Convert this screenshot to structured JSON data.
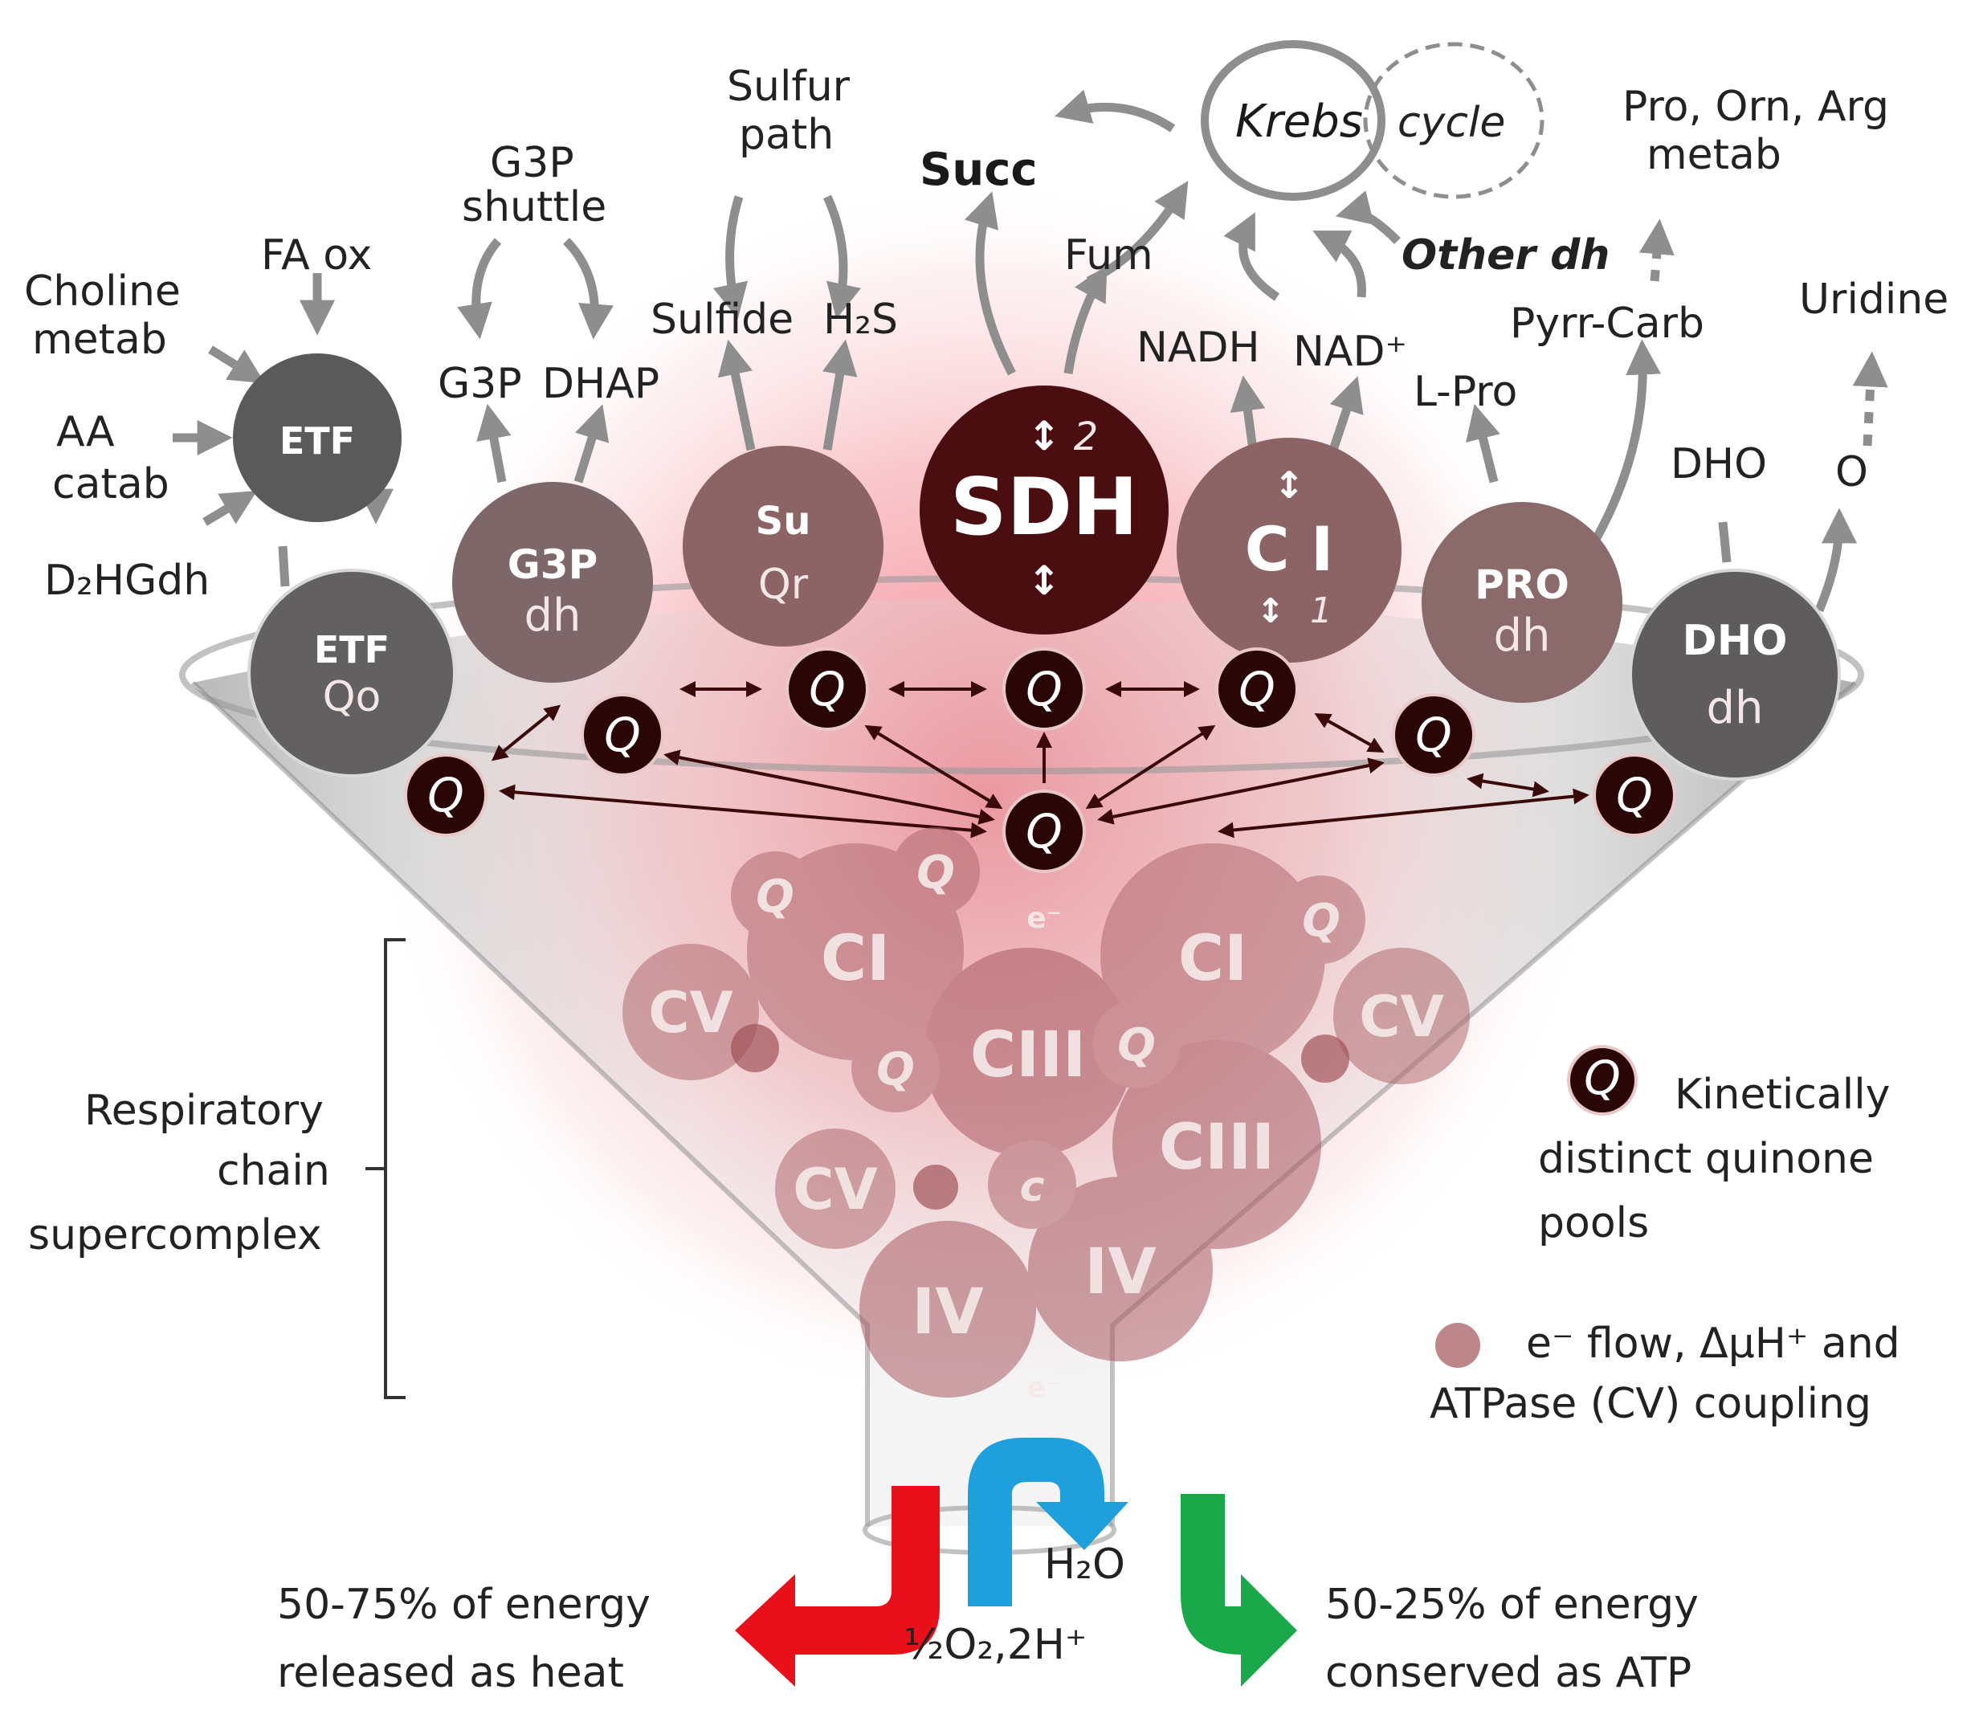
{
  "inputs": {
    "choline": [
      "Choline",
      "metab"
    ],
    "fa_ox": "FA ox",
    "aa_catab": [
      "AA",
      "catab"
    ],
    "d2hgdh": "D₂HGdh",
    "g3p_shuttle": [
      "G3P",
      "shuttle"
    ],
    "g3p": "G3P",
    "dhap": "DHAP",
    "sulfur_path": [
      "Sulfur",
      "path"
    ],
    "sulfide": "Sulfide",
    "h2s": "H₂S",
    "succ": "Succ",
    "fum": "Fum",
    "krebs": "Krebs",
    "cycle": "cycle",
    "other_dh": "Other dh",
    "nadh": "NADH",
    "nad": "NAD⁺",
    "lpro": "L-Pro",
    "pyrr_carb": "Pyrr-Carb",
    "pro_orn_arg": [
      "Pro, Orn, Arg",
      "metab"
    ],
    "uridine": "Uridine",
    "dho": "DHO",
    "o": "O"
  },
  "enzymes": {
    "etf": "ETF",
    "etfqo": [
      "ETF",
      "Qo"
    ],
    "g3pdh": [
      "G3P",
      "dh"
    ],
    "suqr": [
      "Su",
      "Qr"
    ],
    "sdh": "SDH",
    "sdh_2": "2",
    "ci": "C I",
    "ci_1": "1",
    "prodh": [
      "PRO",
      "dh"
    ],
    "dhodh": [
      "DHO",
      "dh"
    ]
  },
  "quinone": "Q",
  "funnel_complexes": {
    "ci": "CI",
    "ciii": "CIII",
    "cv": "CV",
    "iv": "IV",
    "c": "c",
    "e": "e⁻"
  },
  "bracket_label": [
    "Respiratory",
    "chain",
    "supercomplex"
  ],
  "legend": {
    "q_label": [
      "Kinetically",
      "distinct quinone",
      "pools"
    ],
    "sun_label": [
      "e⁻ flow, ΔμH⁺ and",
      "ATPase (CV) coupling"
    ]
  },
  "outputs": {
    "heat": [
      "50-75% of energy",
      "released as heat"
    ],
    "atp": [
      "50-25% of energy",
      "conserved as ATP"
    ],
    "water": "H₂O",
    "oxygen": "½O₂,2H⁺"
  },
  "colors": {
    "heat_arrow": "#e8101a",
    "water_arrow": "#1fa0dd",
    "atp_arrow": "#1aa84a",
    "quinone": "#2a0606",
    "sdh": "#4a0d10",
    "glow": "#f28a92"
  }
}
